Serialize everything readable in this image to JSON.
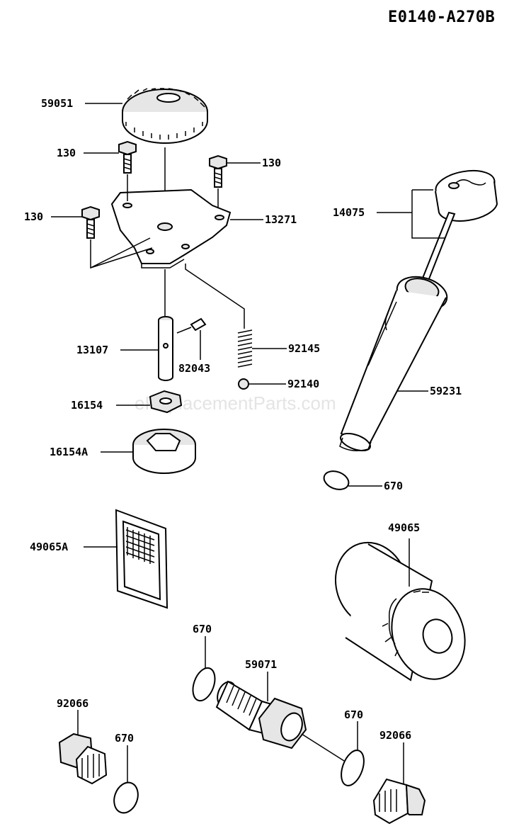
{
  "diagram_code": "E0140-A270B",
  "watermark": "eReplacementParts.com",
  "labels": {
    "59051": "59051",
    "130_a": "130",
    "130_b": "130",
    "130_c": "130",
    "13271": "13271",
    "14075": "14075",
    "13107": "13107",
    "82043": "82043",
    "92145": "92145",
    "92140": "92140",
    "16154": "16154",
    "59231": "59231",
    "16154A": "16154A",
    "670_a": "670",
    "49065A": "49065A",
    "49065": "49065",
    "670_b": "670",
    "59071": "59071",
    "92066_a": "92066",
    "670_c": "670",
    "670_d": "670",
    "92066_b": "92066"
  }
}
